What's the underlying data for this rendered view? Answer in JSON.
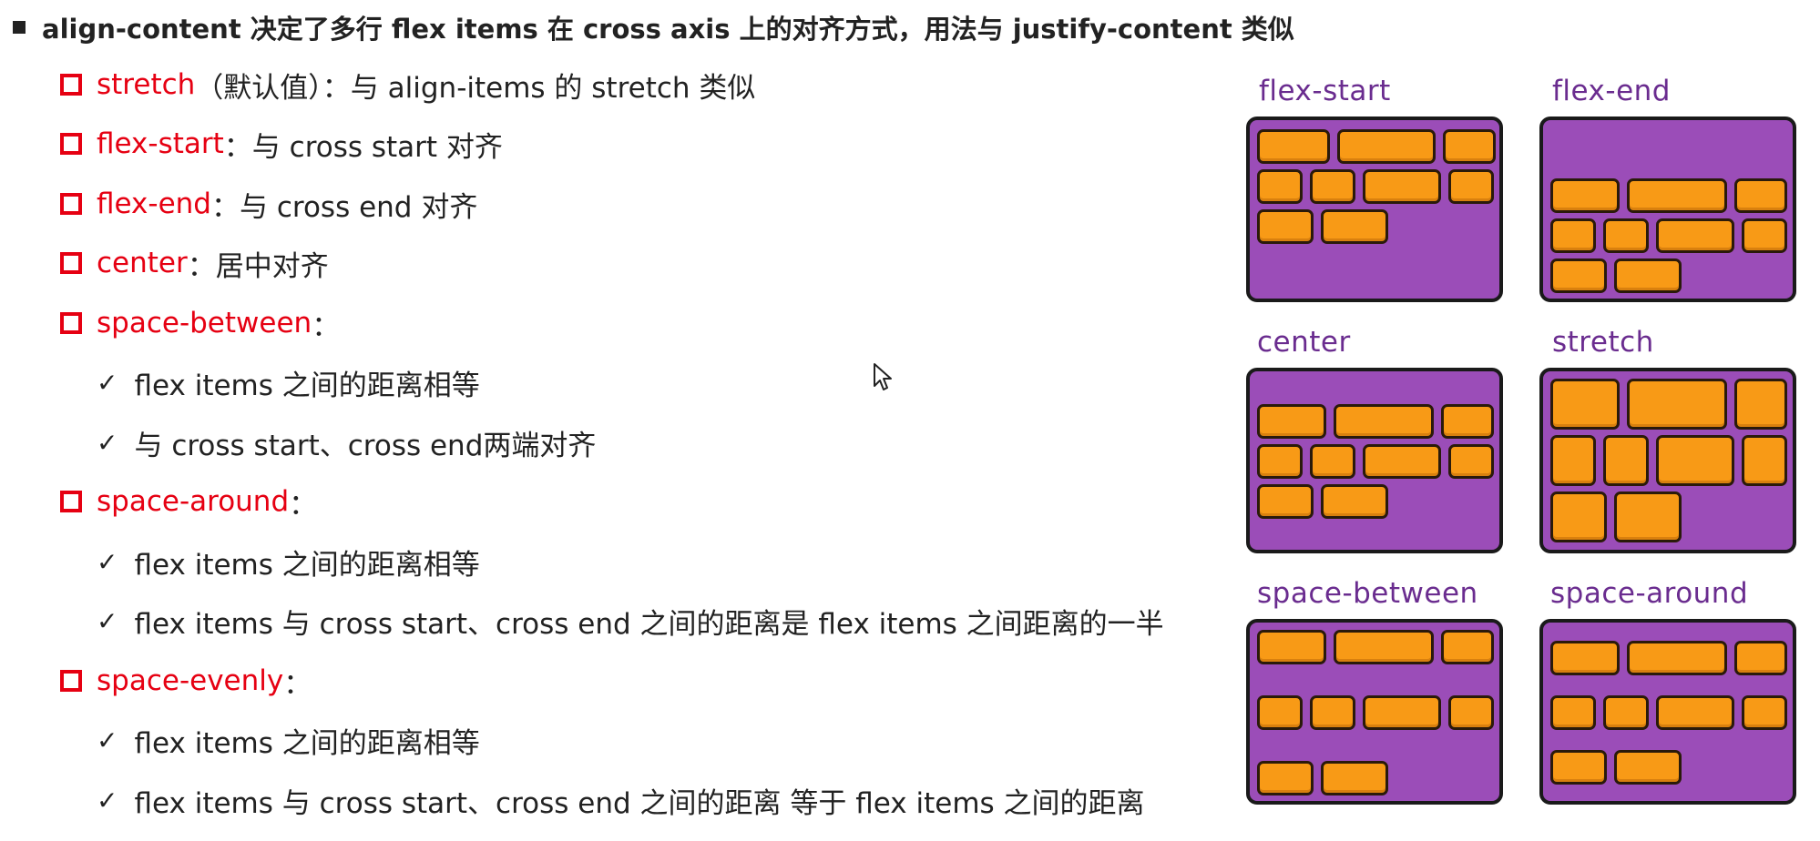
{
  "heading": "align-content 决定了多行 flex items 在 cross axis 上的对齐方式，用法与 justify-content 类似",
  "items": [
    {
      "keyword": "stretch",
      "rest": "（默认值）：与 align-items 的 stretch 类似"
    },
    {
      "keyword": "flex-start",
      "rest": "：与 cross start 对齐"
    },
    {
      "keyword": "flex-end",
      "rest": "：与 cross end 对齐"
    },
    {
      "keyword": "center",
      "rest": "：居中对齐"
    },
    {
      "keyword": "space-between",
      "rest": "："
    },
    {
      "keyword": "space-around",
      "rest": "："
    },
    {
      "keyword": "space-evenly",
      "rest": "："
    }
  ],
  "sub_items": {
    "between_1": "flex items 之间的距离相等",
    "between_2": "与 cross start、cross end两端对齐",
    "around_1": "flex items 之间的距离相等",
    "around_2": "flex items 与 cross start、cross end 之间的距离是 flex items 之间距离的一半",
    "evenly_1": "flex items 之间的距离相等",
    "evenly_2": "flex items 与 cross start、cross end 之间的距离 等于 flex items 之间的距离"
  },
  "diagrams": [
    {
      "label": "flex-start"
    },
    {
      "label": "flex-end"
    },
    {
      "label": "center"
    },
    {
      "label": "stretch"
    },
    {
      "label": "space-between"
    },
    {
      "label": "space-around"
    }
  ],
  "colors": {
    "accent": "#e60012",
    "container": "#9b4db8",
    "item": "#f89a16",
    "label": "#6a2c8f"
  },
  "icons": {
    "bullet": "square-outline-icon",
    "check": "check-icon",
    "cursor": "mouse-cursor-icon"
  }
}
